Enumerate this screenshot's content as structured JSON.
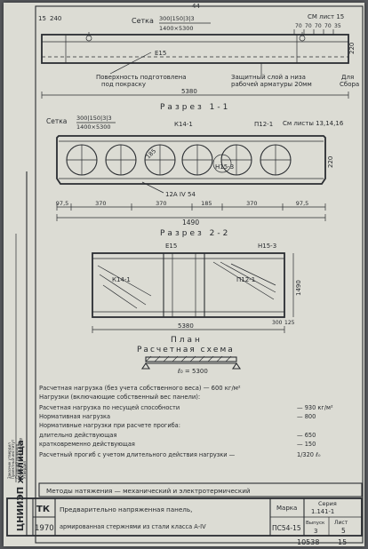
{
  "sheet_number_top": "44",
  "elevation": {
    "label_mesh": "Сетка",
    "mesh_code_top": "300|150|3|3",
    "mesh_code_bottom": "1400×5300",
    "label_sheet_ref": "СМ лист 15",
    "dim_left_a": "15",
    "dim_left_b": "240",
    "dims_right": [
      "70",
      "70",
      "70",
      "70",
      "35"
    ],
    "label_e15": "Е15",
    "note_surface_1": "Поверхность подготовлена",
    "note_surface_2": "под покраску",
    "note_cover_1": "Защитный слой a низа",
    "note_cover_2": "рабочей арматуры 20мм",
    "note_for": "Для",
    "note_for_2": "Сбора",
    "dim_total_length": "5380",
    "dim_height": "220"
  },
  "section_1": {
    "title": "Разрез 1-1",
    "label_mesh": "Сетка",
    "mesh_code_top": "300|150|3|3",
    "mesh_code_bottom": "1400×5300",
    "label_k14": "К14-1",
    "label_p12": "П12-1",
    "label_sheets": "См листы 13,14,16",
    "label_ang": "185",
    "label_h15": "Н15-3",
    "label_bar": "12А IV 54",
    "dims_bottom": [
      "97,5",
      "370",
      "370",
      "185",
      "370",
      "97,5"
    ],
    "dim_total": "1490",
    "dim_height": "220"
  },
  "section_2": {
    "title": "Разрез 2-2",
    "label_e15": "Е15",
    "label_h15": "Н15-3",
    "label_k14": "К14-1",
    "label_p12": "П12-1",
    "dim_length": "5380",
    "dim_width": "1490",
    "dims_right": [
      "300",
      "125"
    ]
  },
  "plan": {
    "title": "План",
    "subtitle": "Расчетная схема",
    "span_label": "ℓ₀ = 5300"
  },
  "loads": {
    "heading_line_1": "Расчетная нагрузка (без учета собственного веса) — 600 кг/м²",
    "heading_line_2": "Нагрузки (включающие собственный вес панели):",
    "rows": [
      {
        "label": "Расчетная нагрузка по несущей способности",
        "value": "— 930 кг/м²"
      },
      {
        "label": "Нормативная нагрузка",
        "value": "— 800"
      },
      {
        "label": "Нормативные нагрузки при расчете прогиба:",
        "value": ""
      },
      {
        "label": "длительно действующая",
        "value": "— 650"
      },
      {
        "label": "кратковременно действующая",
        "value": "— 150"
      },
      {
        "label": "Расчетный прогиб с учетом длительного действия нагрузки —",
        "value": "1/320 ℓ₀"
      }
    ]
  },
  "method_line": "Методы натяжения — механический и электротермический",
  "stamps": {
    "left_sheet_rows": [
      "Заказчик утвердил",
      "Проектный институт",
      "Старший инженер",
      "Главный конструктор",
      "Утвердил"
    ],
    "org_name": "ЦНИИЭП жилища",
    "tk": "ТК",
    "year": "1970"
  },
  "title_block": {
    "title_line_1": "Предварительно напряженная панель,",
    "title_line_2": "армированная стержнями из стали класса А-IV",
    "mark_label": "Марка",
    "mark_value": "ПС54-15",
    "series_label": "Серия",
    "series_value": "1.141-1",
    "issue_label": "Выпуск",
    "issue_value": "3",
    "sheet_label": "Лист",
    "sheet_value": "5"
  },
  "bottom_code": "10538",
  "bottom_code_2": "15"
}
